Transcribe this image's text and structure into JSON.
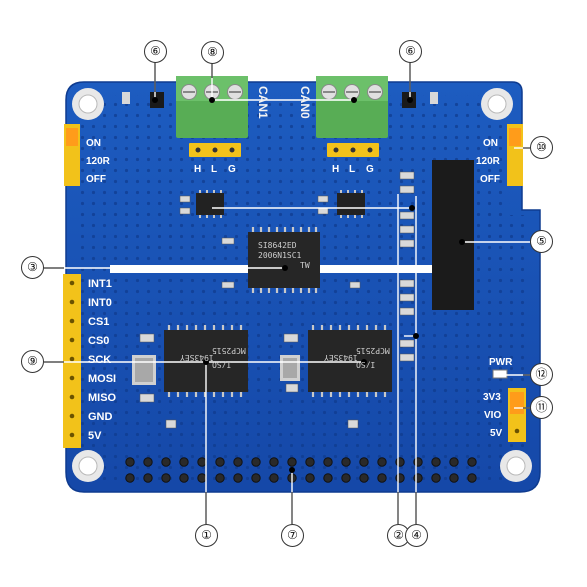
{
  "callouts": {
    "c1": "①",
    "c2": "②",
    "c3": "③",
    "c4": "④",
    "c5": "⑤",
    "c6a": "⑥",
    "c6b": "⑥",
    "c7": "⑦",
    "c8": "⑧",
    "c9": "⑨",
    "c10": "⑩",
    "c11": "⑪",
    "c12": "⑫"
  },
  "labels": {
    "can1": "CAN1",
    "can0": "CAN0",
    "left_switch": [
      "ON",
      "120R",
      "OFF"
    ],
    "right_switch": [
      "ON",
      "120R",
      "OFF"
    ],
    "can_pins_left": [
      "H",
      "L",
      "G"
    ],
    "can_pins_right": [
      "H",
      "L",
      "G"
    ],
    "left_header": [
      "INT1",
      "INT0",
      "CS1",
      "CS0",
      "SCK",
      "MOSI",
      "MISO",
      "GND",
      "5V"
    ],
    "pwr": "PWR",
    "right_header": [
      "3V3",
      "VIO",
      "5V"
    ]
  },
  "chips": {
    "isolator": [
      "SI8642ED",
      "2006N1SC1",
      "TW"
    ],
    "mcp_left": [
      "MCP2515",
      "I/SO",
      "1943SEY"
    ],
    "mcp_right": [
      "MCP2515",
      "I/SO",
      "1943SEY"
    ]
  },
  "colors": {
    "board": "#1750b4",
    "silk": "#ffffff",
    "terminal": "#4aa04a",
    "jumper": "#f2c21a",
    "chip": "#2a2a2a"
  }
}
